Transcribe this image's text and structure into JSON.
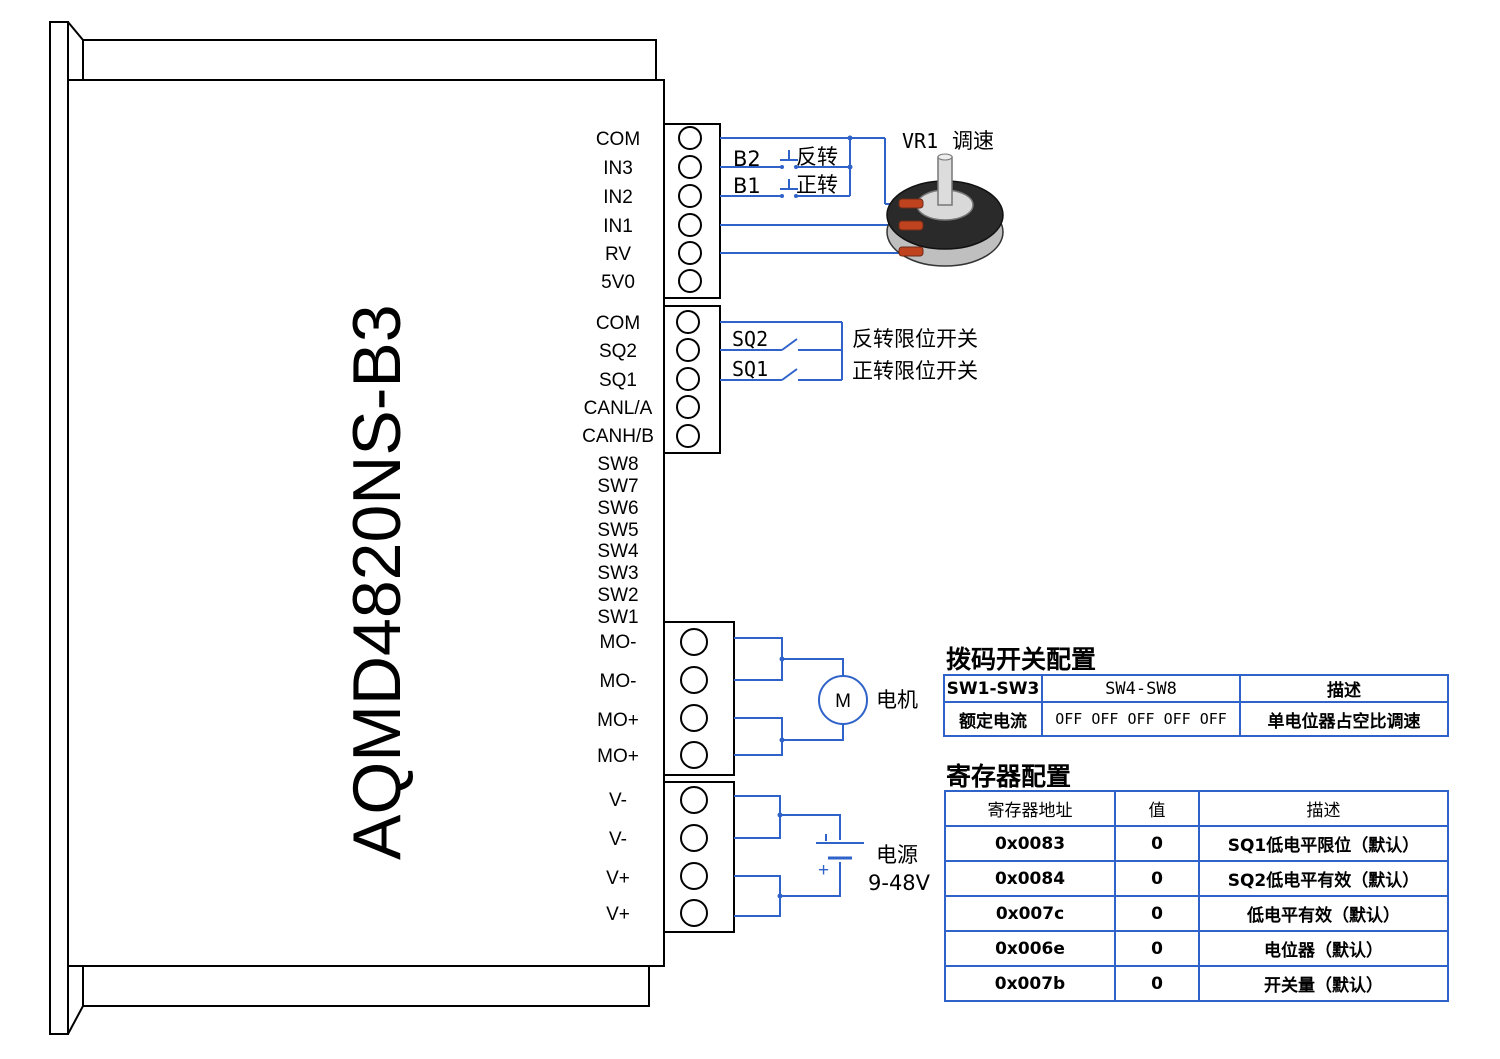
{
  "device": {
    "model": "AQMD4820NS-B3",
    "terminals_top": [
      "COM",
      "IN3",
      "IN2",
      "IN1",
      "RV",
      "5V0"
    ],
    "terminals_mid": [
      "COM",
      "SQ2",
      "SQ1",
      "CANL/A",
      "CANH/B"
    ],
    "switches": [
      "SW8",
      "SW7",
      "SW6",
      "SW5",
      "SW4",
      "SW3",
      "SW2",
      "SW1"
    ],
    "terminals_motor": [
      "MO-",
      "MO-",
      "MO+",
      "MO+"
    ],
    "terminals_power": [
      "V-",
      "V-",
      "V+",
      "V+"
    ]
  },
  "speed_control": {
    "b2_label": "B2",
    "b2_desc": "反转",
    "b1_label": "B1",
    "b1_desc": "正转",
    "vr_label": "VR1",
    "vr_desc": "调速"
  },
  "limits": {
    "sq2_label": "SQ2",
    "sq2_desc": "反转限位开关",
    "sq1_label": "SQ1",
    "sq1_desc": "正转限位开关"
  },
  "motor": {
    "symbol": "M",
    "label": "电机"
  },
  "power": {
    "label": "电源",
    "voltage": "9-48V",
    "plus": "+"
  },
  "dip_config": {
    "title": "拨码开关配置",
    "headers": [
      "SW1-SW3",
      "SW4-SW8",
      "描述"
    ],
    "row": [
      "额定电流",
      "OFF OFF OFF OFF OFF",
      "单电位器占空比调速"
    ]
  },
  "register_config": {
    "title": "寄存器配置",
    "headers": [
      "寄存器地址",
      "值",
      "描述"
    ],
    "rows": [
      [
        "0x0083",
        "0",
        "SQ1低电平限位（默认）"
      ],
      [
        "0x0084",
        "0",
        "SQ2低电平有效（默认）"
      ],
      [
        "0x007c",
        "0",
        "低电平有效（默认）"
      ],
      [
        "0x006e",
        "0",
        "电位器（默认）"
      ],
      [
        "0x007b",
        "0",
        "开关量（默认）"
      ]
    ]
  },
  "colors": {
    "wire": "#2f63c9",
    "outline": "#000000"
  }
}
